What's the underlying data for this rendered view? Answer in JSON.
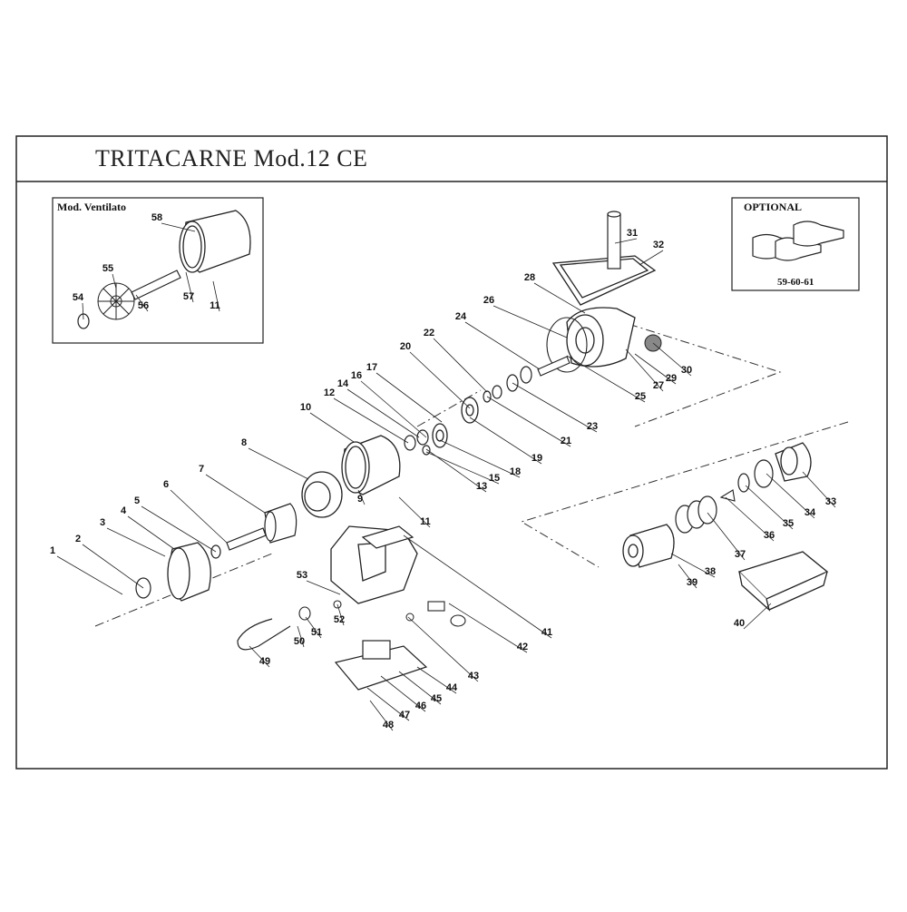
{
  "title": "TRITACARNE  Mod.12  CE",
  "inset_left_label": "Mod. Ventilato",
  "inset_right_label": "OPTIONAL",
  "inset_right_parts": "59-60-61",
  "part_numbers": [
    "1",
    "2",
    "3",
    "4",
    "5",
    "6",
    "7",
    "8",
    "9",
    "10",
    "11",
    "12",
    "13",
    "14",
    "15",
    "16",
    "17",
    "18",
    "19",
    "20",
    "21",
    "22",
    "23",
    "24",
    "25",
    "26",
    "27",
    "28",
    "29",
    "30",
    "31",
    "32",
    "33",
    "34",
    "35",
    "36",
    "37",
    "38",
    "39",
    "40",
    "41",
    "42",
    "43",
    "44",
    "45",
    "46",
    "47",
    "48",
    "49",
    "50",
    "51",
    "52",
    "53",
    "54",
    "55",
    "56",
    "57",
    "58",
    "11"
  ]
}
